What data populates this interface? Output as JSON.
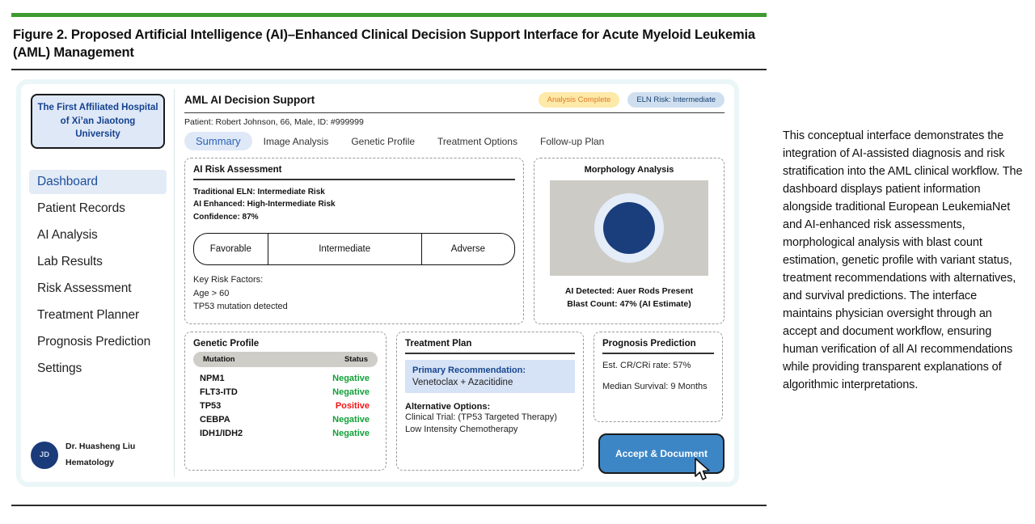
{
  "figure": {
    "title": "Figure 2. Proposed Artificial Intelligence (AI)–Enhanced Clinical Decision Support Interface for Acute Myeloid Leukemia (AML) Management",
    "rule_color": "#3d9b2f"
  },
  "sidebar": {
    "hospital": "The First Affiliated Hospital of Xi’an Jiaotong University",
    "items": [
      {
        "label": "Dashboard",
        "active": true
      },
      {
        "label": "Patient Records",
        "active": false
      },
      {
        "label": "AI Analysis",
        "active": false
      },
      {
        "label": "Lab Results",
        "active": false
      },
      {
        "label": "Risk Assessment",
        "active": false
      },
      {
        "label": "Treatment Planner",
        "active": false
      },
      {
        "label": "Prognosis Prediction",
        "active": false
      },
      {
        "label": "Settings",
        "active": false
      }
    ],
    "doctor": {
      "initials": "JD",
      "name": "Dr. Huasheng Liu",
      "department": "Hematology"
    }
  },
  "header": {
    "app_title": "AML AI Decision Support",
    "badges": [
      {
        "label": "Analysis Complete",
        "bg": "#fde9a8",
        "fg": "#e07b2a"
      },
      {
        "label": "ELN Risk: Intermediate",
        "bg": "#cfdff0",
        "fg": "#17406f"
      }
    ],
    "patient_line": "Patient: Robert Johnson, 66, Male, ID: #999999",
    "tabs": [
      {
        "label": "Summary",
        "active": true
      },
      {
        "label": "Image Analysis",
        "active": false
      },
      {
        "label": "Genetic Profile",
        "active": false
      },
      {
        "label": "Treatment Options",
        "active": false
      },
      {
        "label": "Follow-up Plan",
        "active": false
      }
    ]
  },
  "risk_card": {
    "title": "AI Risk Assessment",
    "traditional": "Traditional ELN: Intermediate Risk",
    "ai_enhanced": "AI Enhanced: High-Intermediate Risk",
    "confidence": "Confidence: 87%",
    "segments": [
      {
        "label": "Favorable"
      },
      {
        "label": "Intermediate"
      },
      {
        "label": "Adverse"
      }
    ],
    "factors_label": "Key Risk Factors:",
    "factors": [
      "Age > 60",
      "TP53 mutation detected"
    ]
  },
  "morphology": {
    "title": "Morphology Analysis",
    "detected": "AI Detected: Auer Rods Present",
    "blast_count": "Blast Count: 47% (AI Estimate)"
  },
  "genetic_profile": {
    "title": "Genetic Profile",
    "columns": [
      "Mutation",
      "Status"
    ],
    "rows": [
      {
        "mutation": "NPM1",
        "status": "Negative",
        "state": "neg"
      },
      {
        "mutation": "FLT3-ITD",
        "status": "Negative",
        "state": "neg"
      },
      {
        "mutation": "TP53",
        "status": "Positive",
        "state": "pos"
      },
      {
        "mutation": "CEBPA",
        "status": "Negative",
        "state": "neg"
      },
      {
        "mutation": "IDH1/IDH2",
        "status": "Negative",
        "state": "neg"
      }
    ]
  },
  "treatment_plan": {
    "title": "Treatment Plan",
    "primary_label": "Primary Recommendation:",
    "primary_value": "Venetoclax + Azacitidine",
    "alternatives_label": "Alternative Options:",
    "alternatives": [
      "Clinical Trial: (TP53 Targeted Therapy)",
      "Low Intensity Chemotherapy"
    ]
  },
  "prognosis": {
    "title": "Prognosis Prediction",
    "cr_rate": "Est. CR/CRi rate:  57%",
    "median_survival": "Median Survival:  9 Months"
  },
  "accept_button": {
    "label": "Accept & Document"
  },
  "caption": "This conceptual interface demonstrates the integration of AI-assisted diagnosis and risk stratification into the AML clinical workflow. The dashboard displays patient information alongside traditional European LeukemiaNet and AI-enhanced risk assessments, morphological analysis with blast count estimation, genetic profile with variant status, treatment recommendations with alternatives, and survival predictions. The interface maintains physician oversight through an accept and document workflow, ensuring human verification of all AI recommendations while providing transparent explanations of algorithmic interpretations."
}
